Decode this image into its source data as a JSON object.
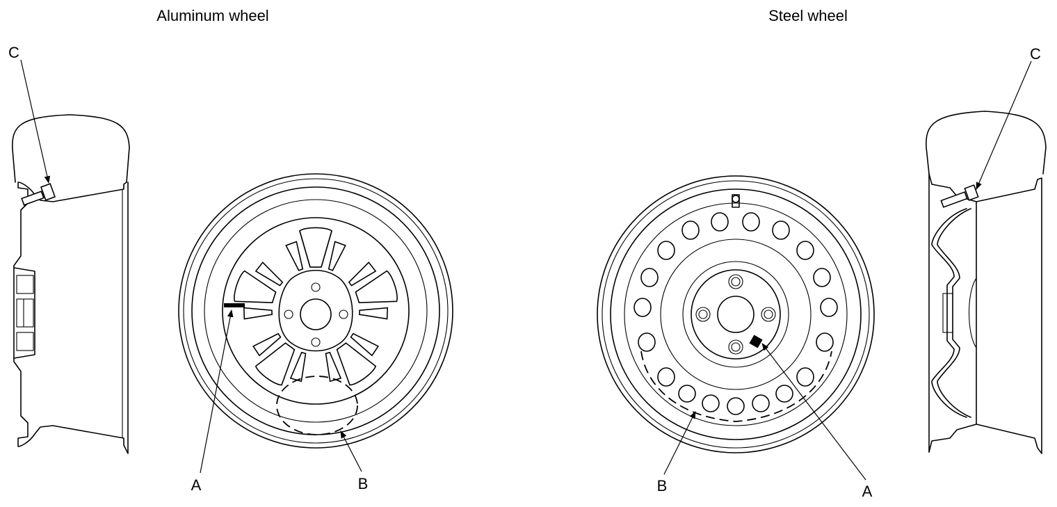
{
  "titles": {
    "aluminum": "Aluminum wheel",
    "steel": "Steel wheel"
  },
  "labels": {
    "a_aluminum": "A",
    "b_aluminum": "B",
    "c_aluminum": "C",
    "a_steel": "A",
    "b_steel": "B",
    "c_steel": "C"
  }
}
